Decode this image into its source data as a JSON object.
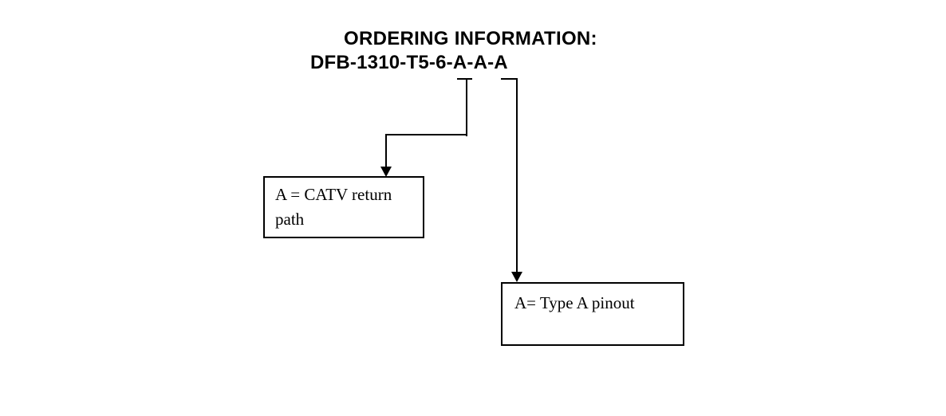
{
  "page": {
    "background_color": "#ffffff",
    "ink_color": "#000000"
  },
  "header": {
    "title": "ORDERING INFORMATION:",
    "part_number": "DFB-1310-T5-6-A-A-A"
  },
  "callouts": [
    {
      "id": "catv-return-path",
      "lines": [
        "A = CATV return",
        "path"
      ]
    },
    {
      "id": "type-a-pinout",
      "lines": [
        "A= Type A pinout"
      ]
    }
  ]
}
